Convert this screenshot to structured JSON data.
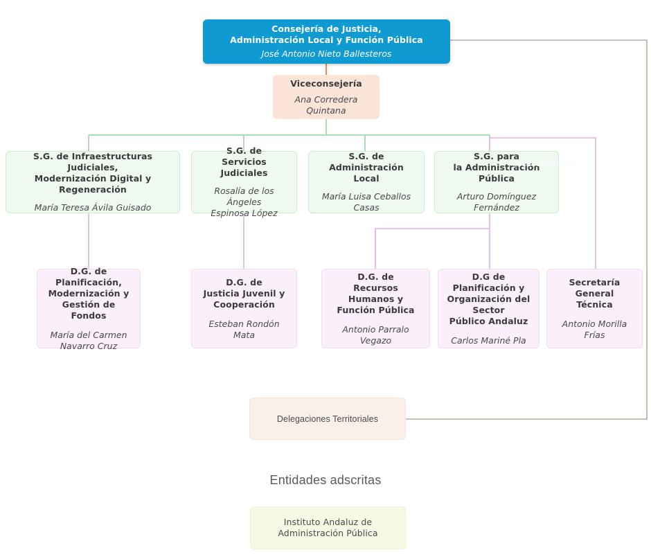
{
  "colors": {
    "root_fill": "#0f9bd2",
    "vice_fill": "#fbe4d8",
    "sg_fill": "#eff9f0",
    "sg_border": "#cdeccf",
    "dg_fill": "#fbeffa",
    "dg_border": "#f3dcf2",
    "deleg_fill": "#fbefe9",
    "entidad_fill": "#f7f9e4",
    "connector_orange": "#ef8a5f",
    "connector_green": "#a8e0b4",
    "connector_pink": "#e6b9e6",
    "connector_tan": "#b5aa9d"
  },
  "root": {
    "title": "Consejería de Justicia,\nAdministración Local y Función Pública",
    "person": "José Antonio Nieto Ballesteros"
  },
  "vice": {
    "title": "Viceconsejería",
    "person": "Ana Corredera Quintana"
  },
  "secretarias_generales": [
    {
      "title": "S.G. de Infraestructuras Judiciales,\nModernización Digital y Regeneración",
      "person": "María Teresa Ávila Guisado"
    },
    {
      "title": "S.G. de\nServicios Judiciales",
      "person": "Rosalía de los Ángeles\nEspinosa López"
    },
    {
      "title": "S.G. de\nAdministración Local",
      "person": "María Luisa Ceballos Casas"
    },
    {
      "title": "S.G. para\nla Administración Pública",
      "person": "Arturo Domínguez Fernández"
    }
  ],
  "direcciones_generales": [
    {
      "title": "D.G. de\nPlanificación,\nModernización y\nGestión de Fondos",
      "person": "María del Carmen\nNavarro Cruz"
    },
    {
      "title": "D.G. de\nJusticia Juvenil y\nCooperación",
      "person": "Esteban Rondón Mata"
    },
    {
      "title": "D.G. de\nRecursos Humanos y\nFunción Pública",
      "person": "Antonio Parralo Vegazo"
    },
    {
      "title": "D.G de\nPlanificación y\nOrganización del\nSector\nPúblico Andaluz",
      "person": "Carlos Mariné Pla"
    },
    {
      "title": "Secretaría\nGeneral\nTécnica",
      "person": "Antonio Morilla Frías"
    }
  ],
  "delegaciones": {
    "title": "Delegaciones Territoriales"
  },
  "entidades": {
    "heading": "Entidades adscritas",
    "items": [
      {
        "title": "Instituto Andaluz de\nAdministración Pública"
      }
    ]
  },
  "watermark": {
    "text": "Viceconsejería"
  }
}
